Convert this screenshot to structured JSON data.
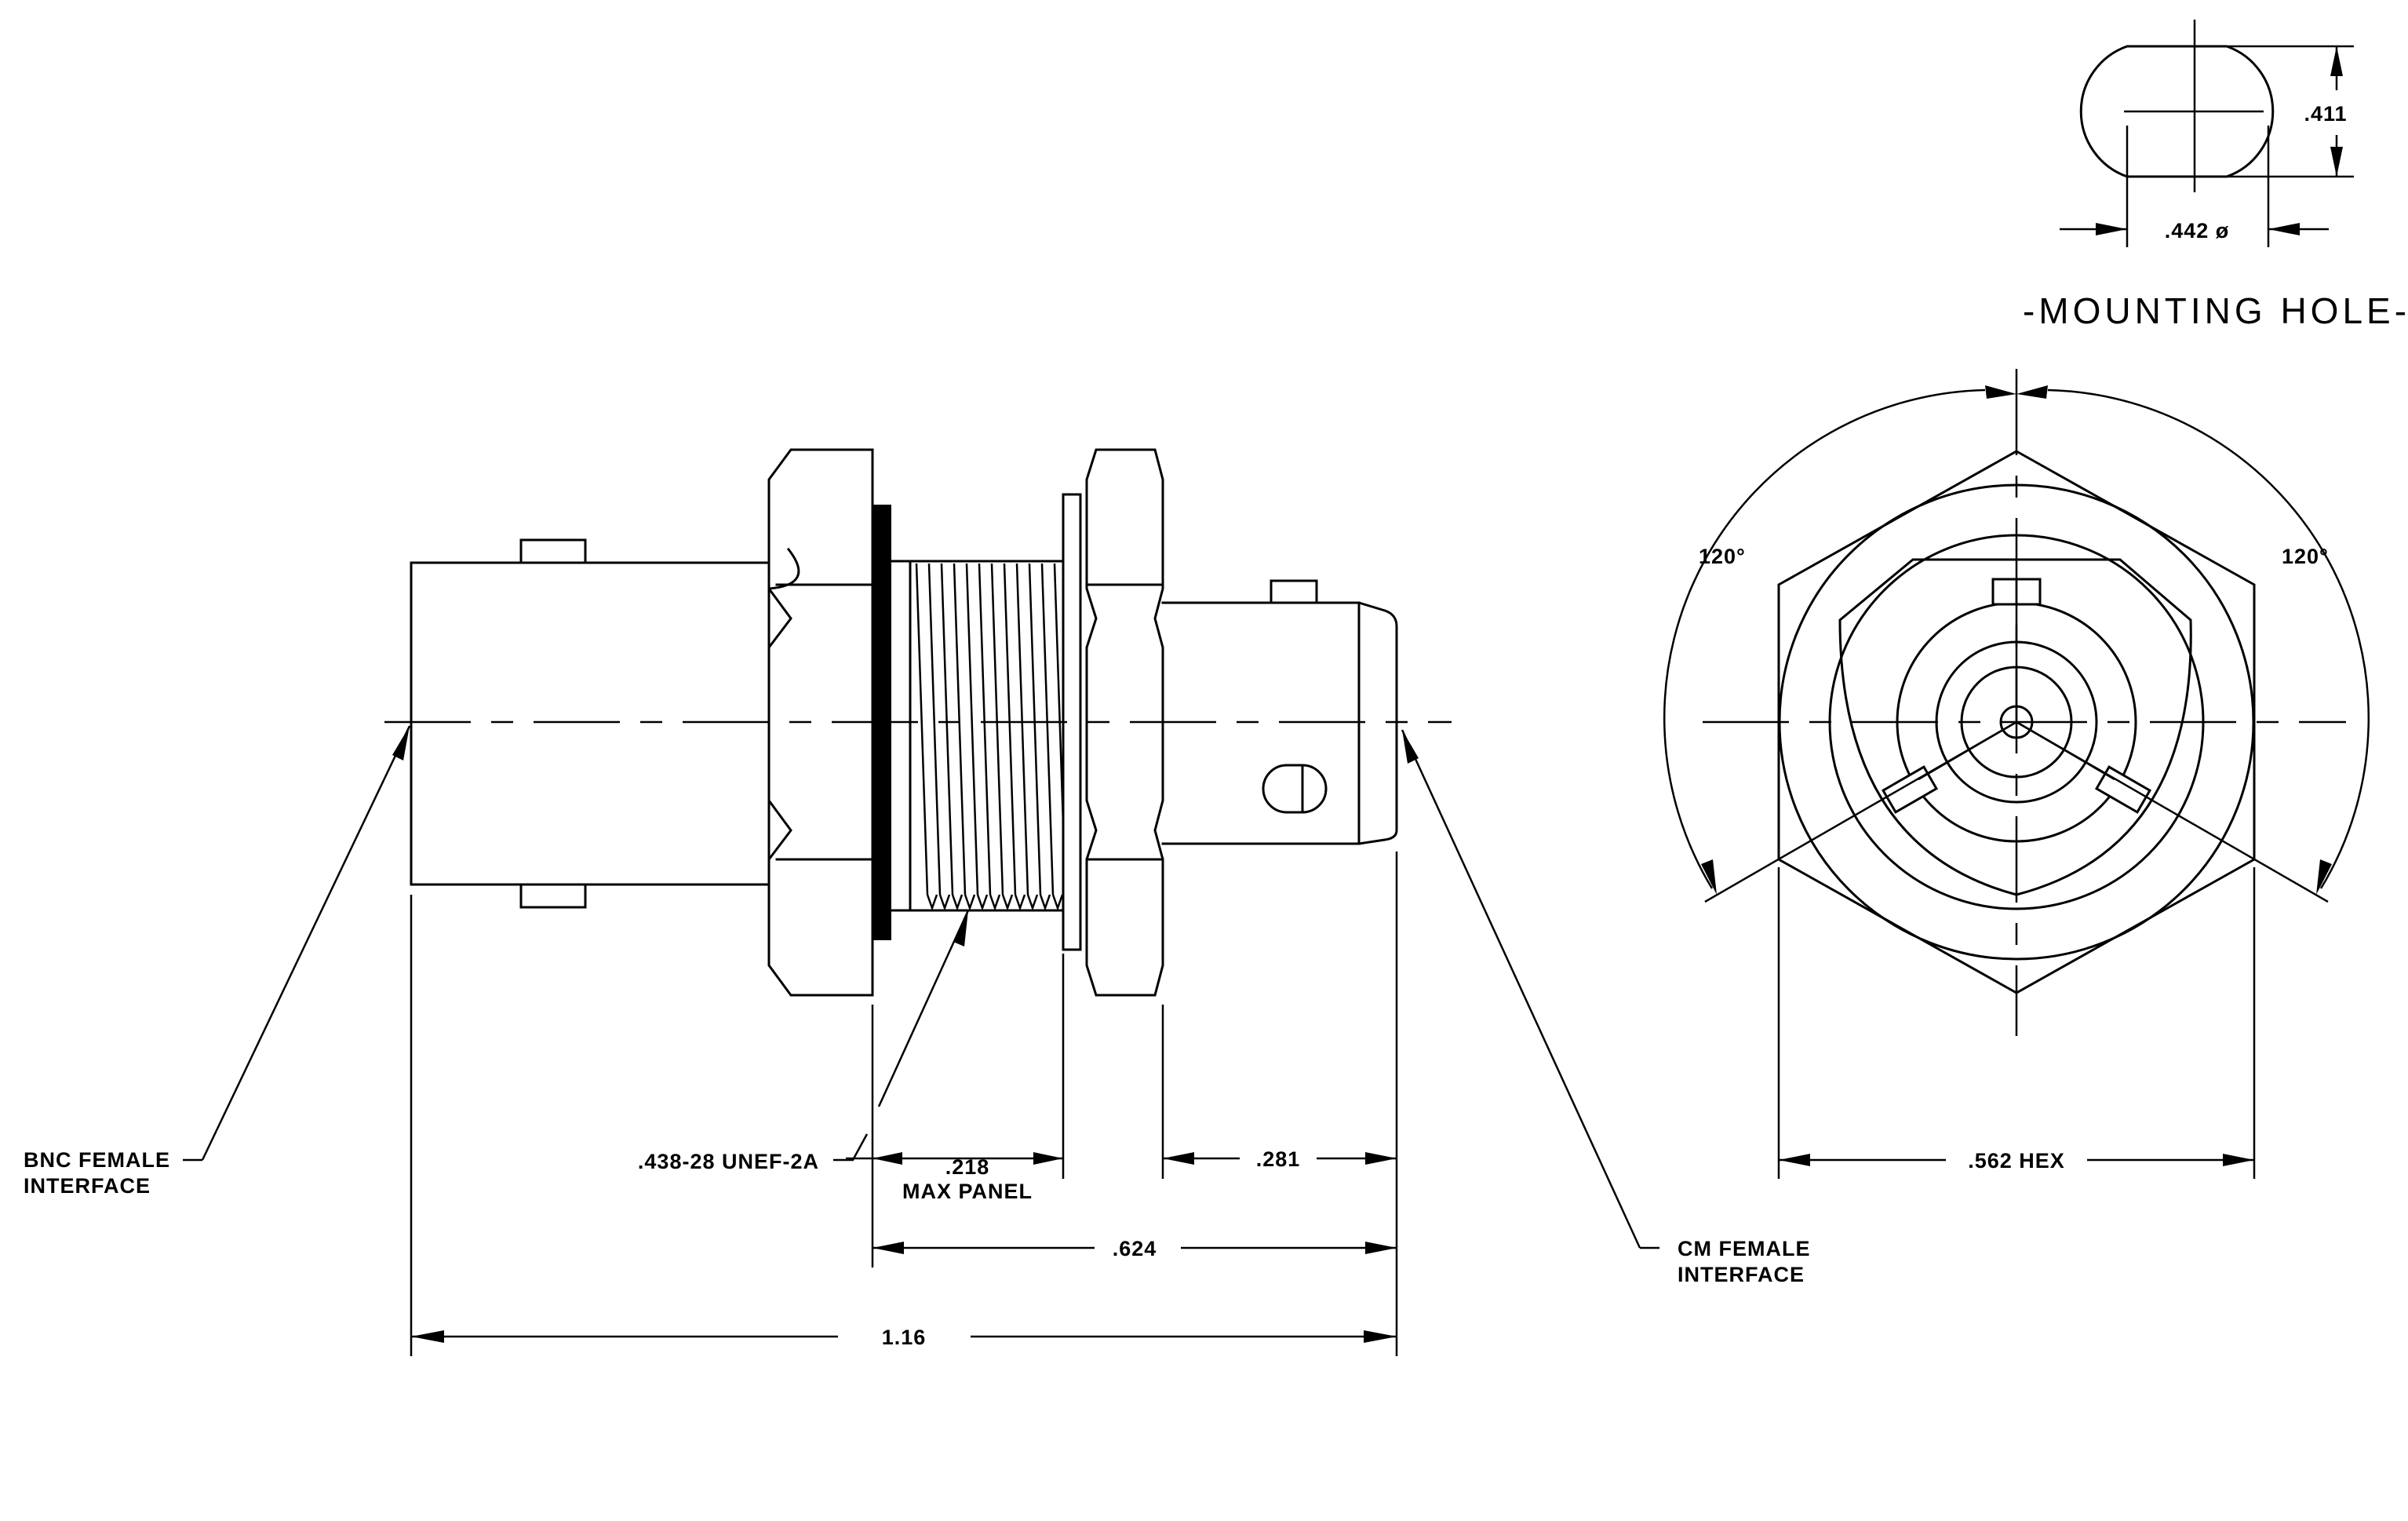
{
  "labels": {
    "bnc_line1": "BNC FEMALE",
    "bnc_line2": "INTERFACE",
    "thread": ".438-28 UNEF-2A",
    "panel_value": ".218",
    "panel_note": "MAX PANEL",
    "cm_line1": "CM FEMALE",
    "cm_line2": "INTERFACE",
    "mounting_hole": "-MOUNTING HOLE-"
  },
  "dimensions": {
    "dim_281": ".281",
    "dim_624": ".624",
    "dim_116": "1.16",
    "dim_hex": ".562 HEX",
    "hole_dia": ".442 ø",
    "hole_flat": ".411",
    "angle_left": "120°",
    "angle_right": "120°"
  }
}
